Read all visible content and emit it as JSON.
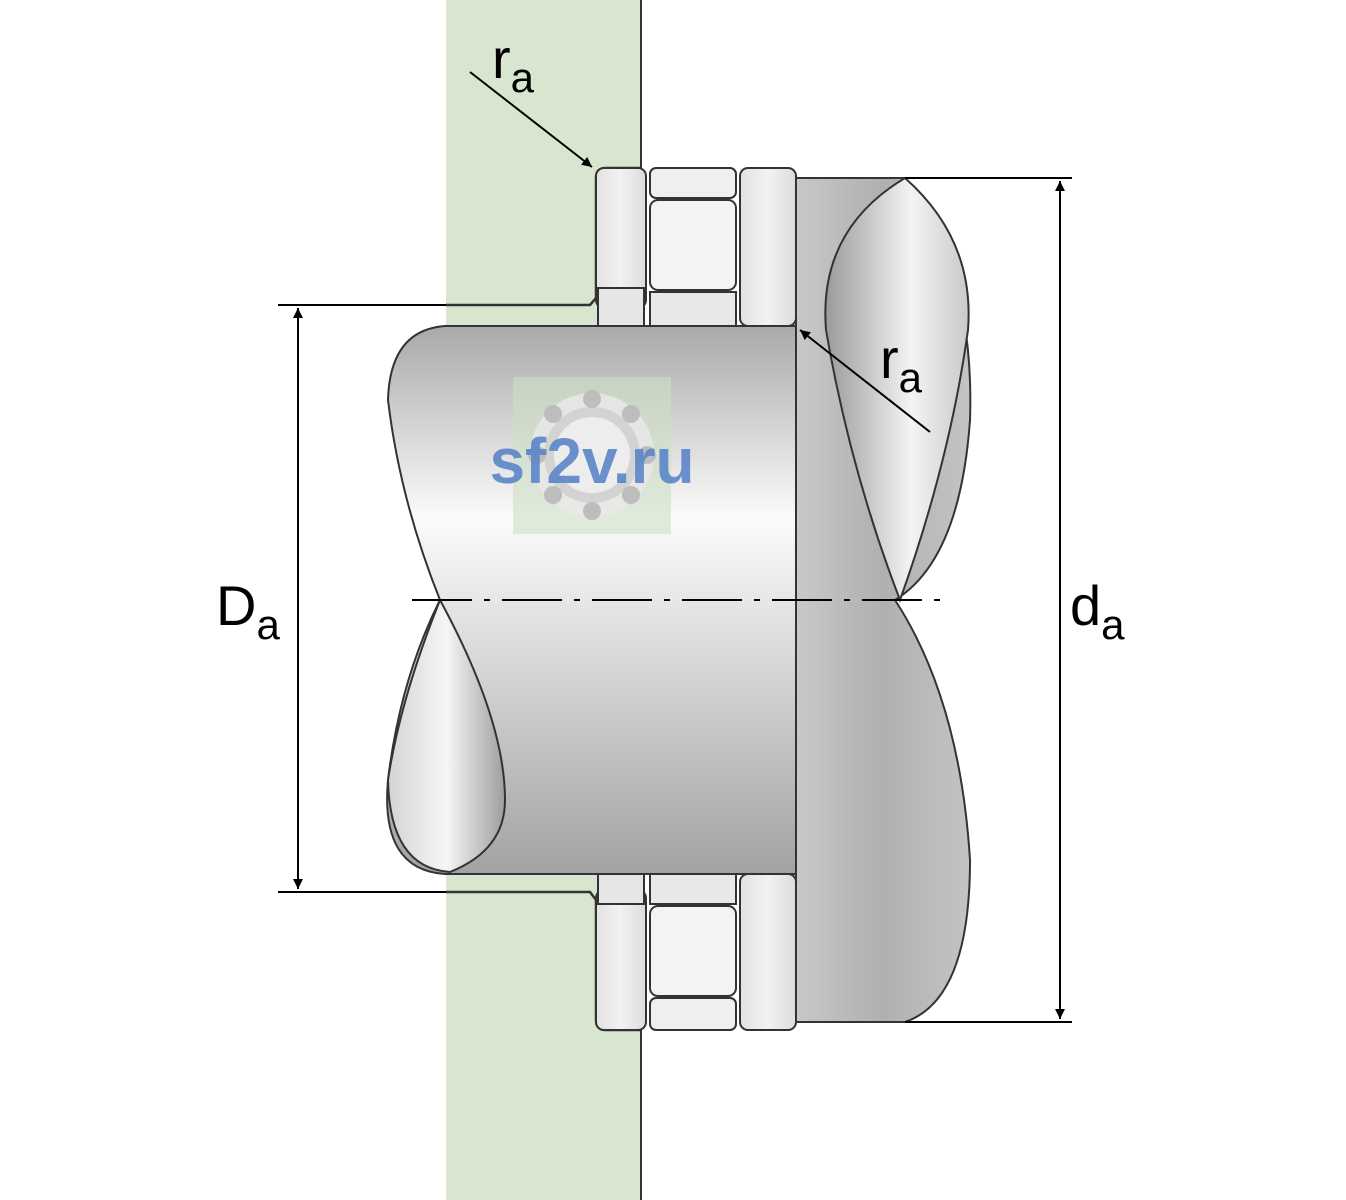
{
  "labels": {
    "ra_top": {
      "main": "r",
      "sub": "a"
    },
    "ra_right": {
      "main": "r",
      "sub": "a"
    },
    "Da": {
      "main": "D",
      "sub": "a"
    },
    "da": {
      "main": "d",
      "sub": "a"
    }
  },
  "watermark": {
    "text": "sf2v.ru"
  },
  "colors": {
    "housing": "#d8e6d0",
    "outline": "#333333",
    "bearing_light": "#ebebeb",
    "roller": "#f0f0f0",
    "shaft_dark": "#a8a8a8",
    "shaft_light": "#fafafa",
    "watermark": "#5b86c8"
  }
}
